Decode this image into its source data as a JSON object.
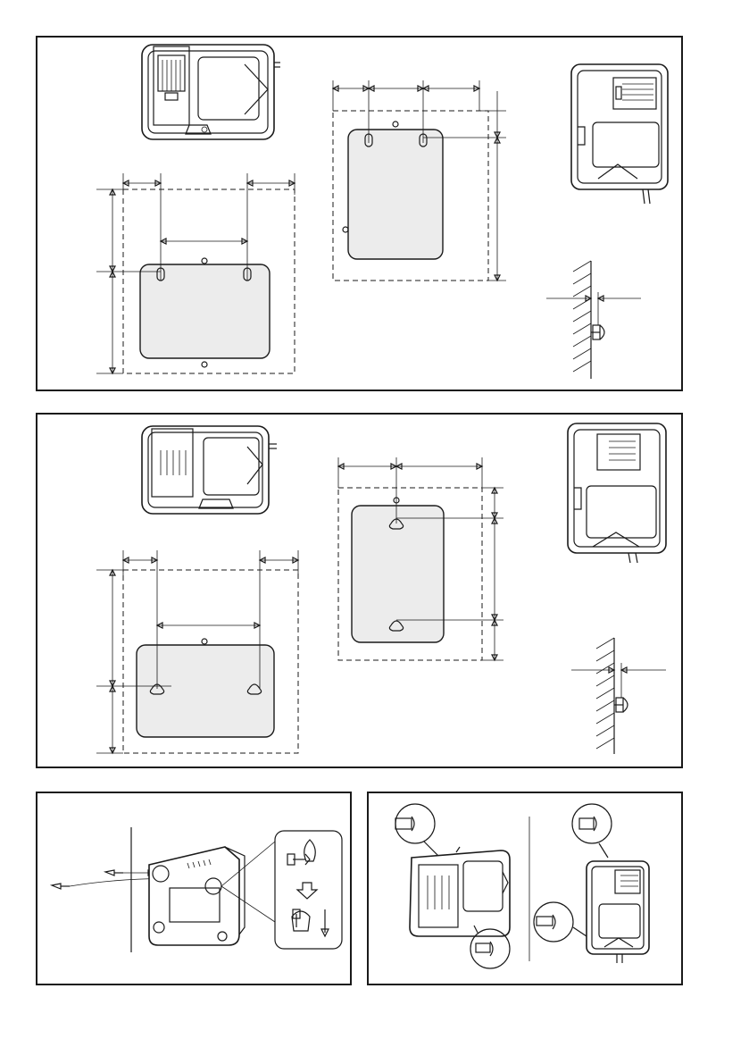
{
  "figure": {
    "panels": [
      {
        "id": "panel-1",
        "caption": "",
        "subject": "charger-type-a-wall-mount-dimensions"
      },
      {
        "id": "panel-2",
        "caption": "",
        "subject": "charger-type-b-wall-mount-dimensions"
      },
      {
        "id": "panel-3",
        "caption": "",
        "subject": "screw-keyhole-mounting-steps"
      },
      {
        "id": "panel-4",
        "caption": "",
        "subject": "mounted-charger-views"
      }
    ]
  },
  "icons": {
    "arrow_down_outline": "outlined-down-arrow-icon",
    "arrow_down_solid": "down-arrow-icon",
    "screw": "screw-icon"
  },
  "colors": {
    "line": "#1a1a1a",
    "plate_fill": "#ececec",
    "background": "#ffffff"
  }
}
